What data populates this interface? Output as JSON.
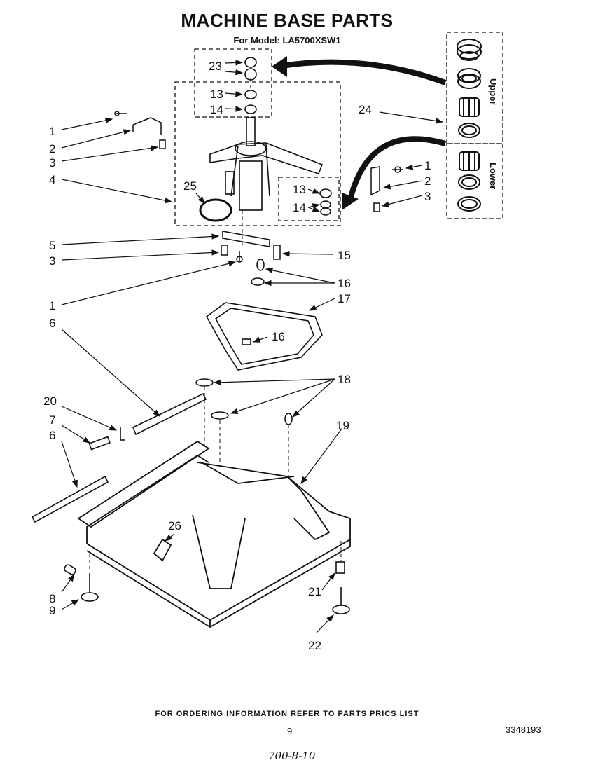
{
  "title": "MACHINE BASE PARTS",
  "subtitle": "For Model: LA5700XSW1",
  "panel": {
    "upper_label": "Upper",
    "lower_label": "Lower"
  },
  "callouts": [
    "1",
    "2",
    "3",
    "4",
    "5",
    "3",
    "1",
    "6",
    "20",
    "7",
    "6",
    "8",
    "9",
    "23",
    "13",
    "14",
    "25",
    "13",
    "14",
    "24",
    "1",
    "2",
    "3",
    "15",
    "16",
    "17",
    "16",
    "18",
    "19",
    "26",
    "21",
    "22"
  ],
  "footer": {
    "ordering_note": "FOR ORDERING INFORMATION REFER TO PARTS PRICS LIST",
    "page_number": "9",
    "document_number": "3348193",
    "handwritten_note": "700-8-10"
  }
}
